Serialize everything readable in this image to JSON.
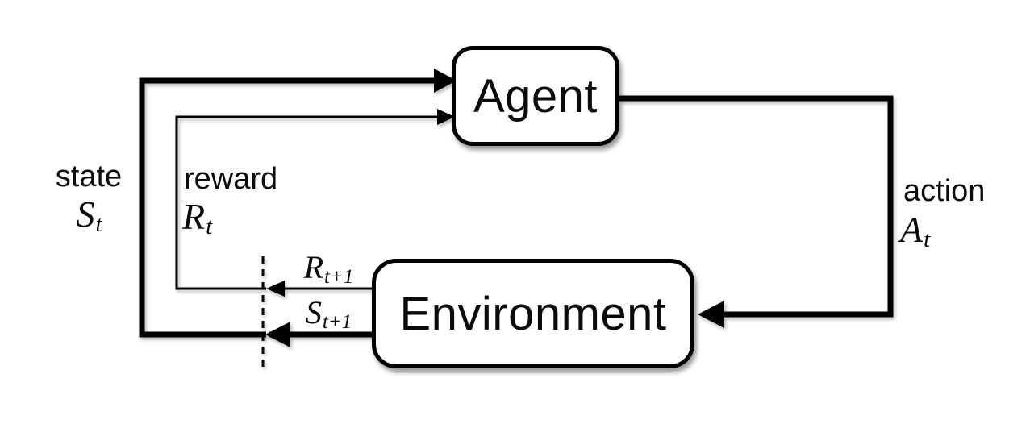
{
  "theme": {
    "background": "#ffffff",
    "line_color": "#000000",
    "text_color": "#0b0b0b",
    "box_fill": "#ffffff"
  },
  "boxes": {
    "agent": "Agent",
    "environment": "Environment"
  },
  "labels": {
    "state": {
      "word": "state",
      "symbol": "S",
      "subscript": "t"
    },
    "reward": {
      "word": "reward",
      "symbol": "R",
      "subscript": "t"
    },
    "action": {
      "word": "action",
      "symbol": "A",
      "subscript": "t"
    },
    "next_reward": {
      "symbol": "R",
      "subscript": "t+1"
    },
    "next_state": {
      "symbol": "S",
      "subscript": "t+1"
    }
  }
}
